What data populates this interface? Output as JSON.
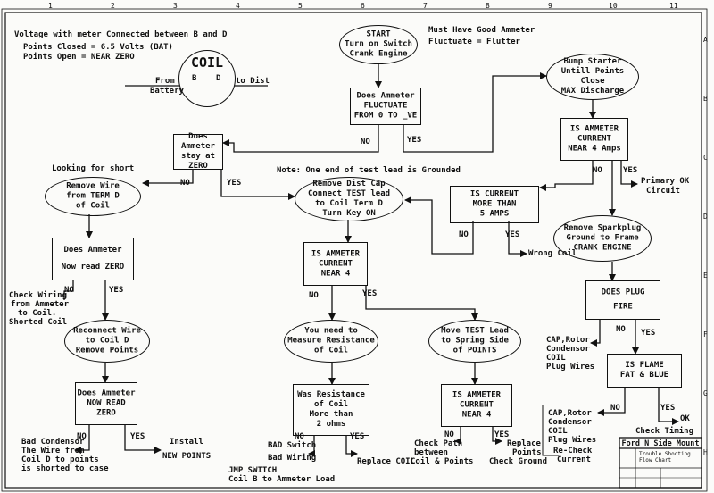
{
  "notes": {
    "voltage": "Voltage with meter Connected between B and D",
    "points_closed": "Points Closed = 6.5 Volts (BAT)",
    "points_open": "Points Open = NEAR ZERO",
    "coil": "COIL",
    "from_battery_1": "From",
    "from_battery_2": "Battery",
    "b": "B",
    "d": "D",
    "to_dist": "to Dist",
    "must_have_1": "Must Have Good Ammeter",
    "must_have_2": "Fluctuate = Flutter",
    "looking_short": "Looking for short",
    "test_lead_note": "Note: One end of test lead is Grounded",
    "primary_ok_1": "Primary OK",
    "primary_ok_2": "Circuit",
    "wrong_coil": "Wrong Coil",
    "check_wiring_1": "Check Wiring",
    "check_wiring_2": "from Ammeter",
    "check_wiring_3": "to Coil.",
    "shorted_coil": "Shorted Coil",
    "cap_rotor_1": "CAP,Rotor",
    "cap_rotor_2": "Condensor",
    "cap_rotor_3": "COIL",
    "cap_rotor_4": "Plug Wires",
    "cap_rotor2_1": "CAP,Rotor",
    "cap_rotor2_2": "Condensor",
    "cap_rotor2_3": "COIL",
    "cap_rotor2_4": "Plug Wires",
    "recheck_1": "Re-Check",
    "recheck_2": "Current",
    "check_timing": "Check Timing",
    "ok": "OK",
    "bad_condensor_1": "Bad Condensor",
    "bad_condensor_2": "The Wire from",
    "bad_condensor_3": "Coil D to points",
    "bad_condensor_4": "is shorted to case",
    "install_1": "Install",
    "install_2": "NEW POINTS",
    "bad_switch": "BAD Switch",
    "bad_wiring": "Bad Wiring",
    "replace_coil": "Replace COIL",
    "jmp_1": "JMP SWITCH",
    "jmp_2": "Coil B to Ammeter Load",
    "check_path_1": "Check Path",
    "check_path_2": "between",
    "check_path_3": "Coil & Points",
    "replace_points_1": "Replace",
    "replace_points_2": "Points",
    "replace_points_3": "Check Ground"
  },
  "nodes": {
    "start": [
      "START",
      "Turn on Switch",
      "Crank Engine"
    ],
    "fluctuate": [
      "Does Ammeter",
      "FLUCTUATE",
      "FROM 0 TO _VE"
    ],
    "bump": [
      "Bump Starter",
      "Untill Points Close",
      "MAX Discharge"
    ],
    "near4amps": [
      "IS AMMETER",
      "CURRENT",
      "NEAR 4 Amps"
    ],
    "stay_zero": [
      "Does Ammeter",
      "stay at",
      "ZERO"
    ],
    "remove_wire": [
      "Remove Wire",
      "from TERM D",
      "of Coil"
    ],
    "remove_cap": [
      "Remove Dist Cap",
      "Connect TEST lead",
      "to Coil Term D",
      "Turn Key ON"
    ],
    "more5": [
      "IS CURRENT",
      "MORE THAN",
      "5 AMPS"
    ],
    "sparkplug": [
      "Remove Sparkplug",
      "Ground to Frame",
      "CRANK ENGINE"
    ],
    "now_zero": [
      "Does Ammeter",
      "Now read ZERO"
    ],
    "near4": [
      "IS AMMETER",
      "CURRENT",
      "NEAR 4"
    ],
    "plug_fire": [
      "DOES PLUG",
      "FIRE"
    ],
    "reconnect": [
      "Reconnect Wire",
      "to Coil D",
      "Remove Points"
    ],
    "measure": [
      "You need to",
      "Measure Resistance",
      "of Coil"
    ],
    "move_lead": [
      "Move TEST Lead",
      "to Spring Side",
      "of POINTS"
    ],
    "flame": [
      "IS FLAME",
      "FAT & BLUE"
    ],
    "now_read_zero": [
      "Does Ammeter",
      "NOW READ",
      "ZERO"
    ],
    "resistance": [
      "Was Resistance",
      "of Coil",
      "More than",
      "2 ohms"
    ],
    "near4b": [
      "IS AMMETER",
      "CURRENT",
      "NEAR 4"
    ]
  },
  "labels": {
    "no": "NO",
    "yes": "YES"
  },
  "title_block": {
    "title": "Ford N Side Mount",
    "sub_1": "Trouble Shooting",
    "sub_2": "Flow Chart"
  },
  "border": {
    "top_numbers": [
      "1",
      "2",
      "3",
      "4",
      "5",
      "6",
      "7",
      "8",
      "9",
      "10",
      "11"
    ],
    "side_letters": [
      "A",
      "B",
      "C",
      "D",
      "E",
      "F",
      "G",
      "H"
    ]
  }
}
